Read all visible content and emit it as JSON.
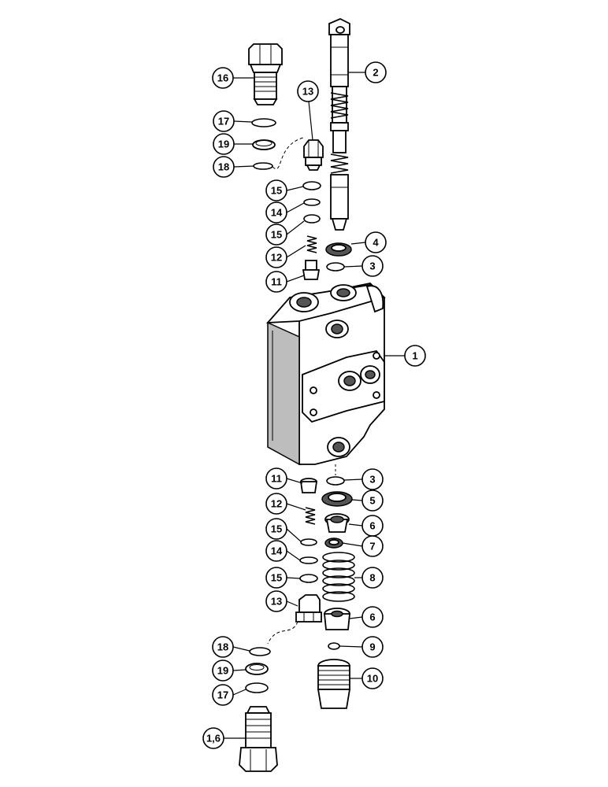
{
  "diagram": {
    "callouts": [
      {
        "id": "c16-top",
        "label": "16"
      },
      {
        "id": "c17-top",
        "label": "17"
      },
      {
        "id": "c19-top",
        "label": "19"
      },
      {
        "id": "c18-top",
        "label": "18"
      },
      {
        "id": "c13-top",
        "label": "13"
      },
      {
        "id": "c15-top-a",
        "label": "15"
      },
      {
        "id": "c14-top",
        "label": "14"
      },
      {
        "id": "c15-top-b",
        "label": "15"
      },
      {
        "id": "c12-top",
        "label": "12"
      },
      {
        "id": "c11-top",
        "label": "11"
      },
      {
        "id": "c2",
        "label": "2"
      },
      {
        "id": "c4",
        "label": "4"
      },
      {
        "id": "c3-top",
        "label": "3"
      },
      {
        "id": "c1",
        "label": "1"
      },
      {
        "id": "c11-bot",
        "label": "11"
      },
      {
        "id": "c3-bot",
        "label": "3"
      },
      {
        "id": "c5",
        "label": "5"
      },
      {
        "id": "c12-bot",
        "label": "12"
      },
      {
        "id": "c6-a",
        "label": "6"
      },
      {
        "id": "c15-bot-a",
        "label": "15"
      },
      {
        "id": "c7",
        "label": "7"
      },
      {
        "id": "c14-bot",
        "label": "14"
      },
      {
        "id": "c8",
        "label": "8"
      },
      {
        "id": "c15-bot-b",
        "label": "15"
      },
      {
        "id": "c13-bot",
        "label": "13"
      },
      {
        "id": "c6-b",
        "label": "6"
      },
      {
        "id": "c18-bot",
        "label": "18"
      },
      {
        "id": "c9",
        "label": "9"
      },
      {
        "id": "c19-bot",
        "label": "19"
      },
      {
        "id": "c10",
        "label": "10"
      },
      {
        "id": "c17-bot",
        "label": "17"
      },
      {
        "id": "c16-bot",
        "label": "1,6"
      }
    ]
  }
}
